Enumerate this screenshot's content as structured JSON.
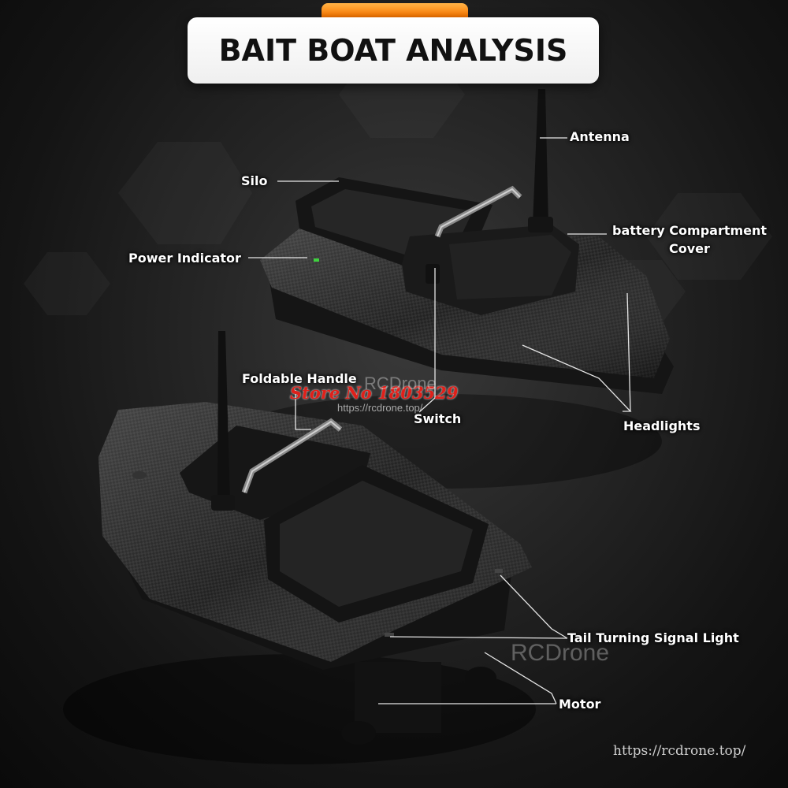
{
  "title": "BAIT BOAT ANALYSIS",
  "labels": {
    "antenna": "Antenna",
    "silo": "Silo",
    "battery_line1": "battery Compartment",
    "battery_line2": "Cover",
    "power_indicator": "Power Indicator",
    "foldable_handle": "Foldable Handle",
    "switch": "Switch",
    "headlights": "Headlights",
    "tail_signal": "Tail Turning Signal Light",
    "motor": "Motor"
  },
  "watermarks": {
    "store": "Store No 1803529",
    "brand_top": "RCDrone",
    "url_small": "https://rcdrone.top/",
    "brand_bottom": "RCDrone",
    "url_bottom": "https://rcdrone.top/"
  },
  "colors": {
    "title_accent": "#ff7a00",
    "store_watermark": "#e0201a",
    "label_text": "#ffffff"
  }
}
